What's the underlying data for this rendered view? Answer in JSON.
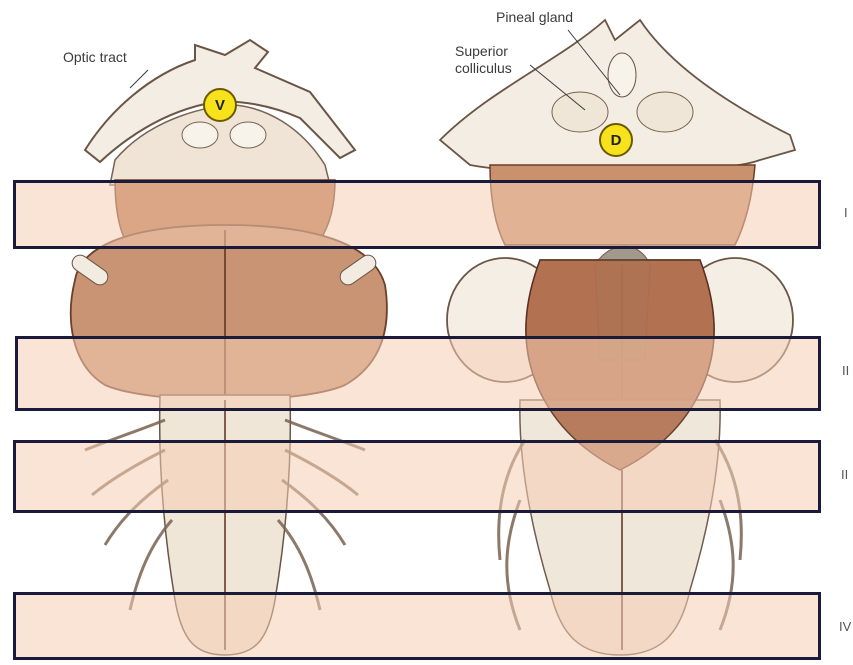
{
  "labels": {
    "optic_tract": "Optic tract",
    "pineal_gland": "Pineal gland",
    "superior_colliculus_line1": "Superior",
    "superior_colliculus_line2": "colliculus"
  },
  "views": {
    "ventral": "V",
    "dorsal": "D"
  },
  "bands": [
    {
      "label": "I"
    },
    {
      "label": "II"
    },
    {
      "label": "II"
    },
    {
      "label": "IV"
    }
  ],
  "colors": {
    "band_fill": "#f5cdb4",
    "band_border": "#1a1a3a",
    "badge_fill": "#f7e21b",
    "tissue_light": "#f1e9dc",
    "tissue_mid": "#c98e68",
    "tissue_dark": "#9a5a3a"
  }
}
